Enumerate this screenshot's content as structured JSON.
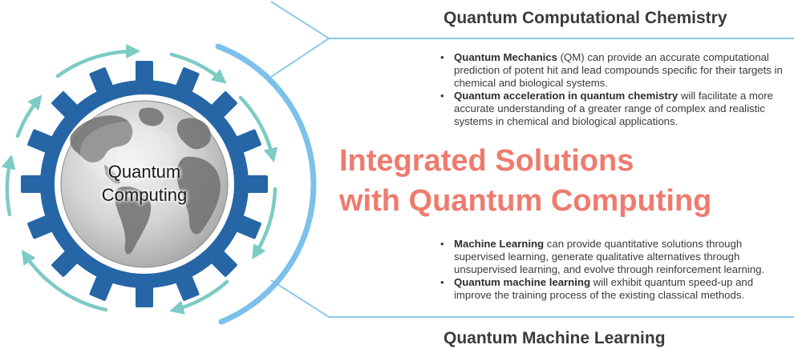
{
  "top_section": {
    "heading": "Quantum Computational Chemistry",
    "bullets": [
      {
        "strong": "Quantum Mechanics",
        "text": " (QM) can provide an accurate computational prediction of potent hit and lead compounds specific for their targets in chemical and biological systems."
      },
      {
        "strong": "Quantum acceleration in quantum chemistry",
        "text": " will facilitate a more accurate understanding of a greater range of complex and realistic systems in chemical and biological applications."
      }
    ]
  },
  "title": {
    "line1": "Integrated Solutions",
    "line2": "with Quantum Computing"
  },
  "bottom_section": {
    "heading": "Quantum Machine Learning",
    "bullets": [
      {
        "strong": "Machine Learning",
        "text": " can provide quantitative solutions through supervised learning, generate qualitative alternatives through unsupervised learning, and evolve through reinforcement learning."
      },
      {
        "strong": "Quantum machine learning",
        "text": " will exhibit quantum speed-up and improve the training process of the existing classical methods."
      }
    ]
  },
  "center": {
    "line1": "Quantum",
    "line2": "Computing"
  },
  "bullet_symbol": "•",
  "colors": {
    "gear": "#2666a6",
    "teal_arrows": "#7ccbc4",
    "blue_arc": "#7cc0ec",
    "connector_lines": "#8cc9ea",
    "title": "#ee7b6e",
    "heading": "#3b3b3b"
  },
  "icons": {
    "gear": "gear-icon",
    "globe": "globe-icon",
    "cycle_arrows": "cycle-arrows-icon"
  }
}
